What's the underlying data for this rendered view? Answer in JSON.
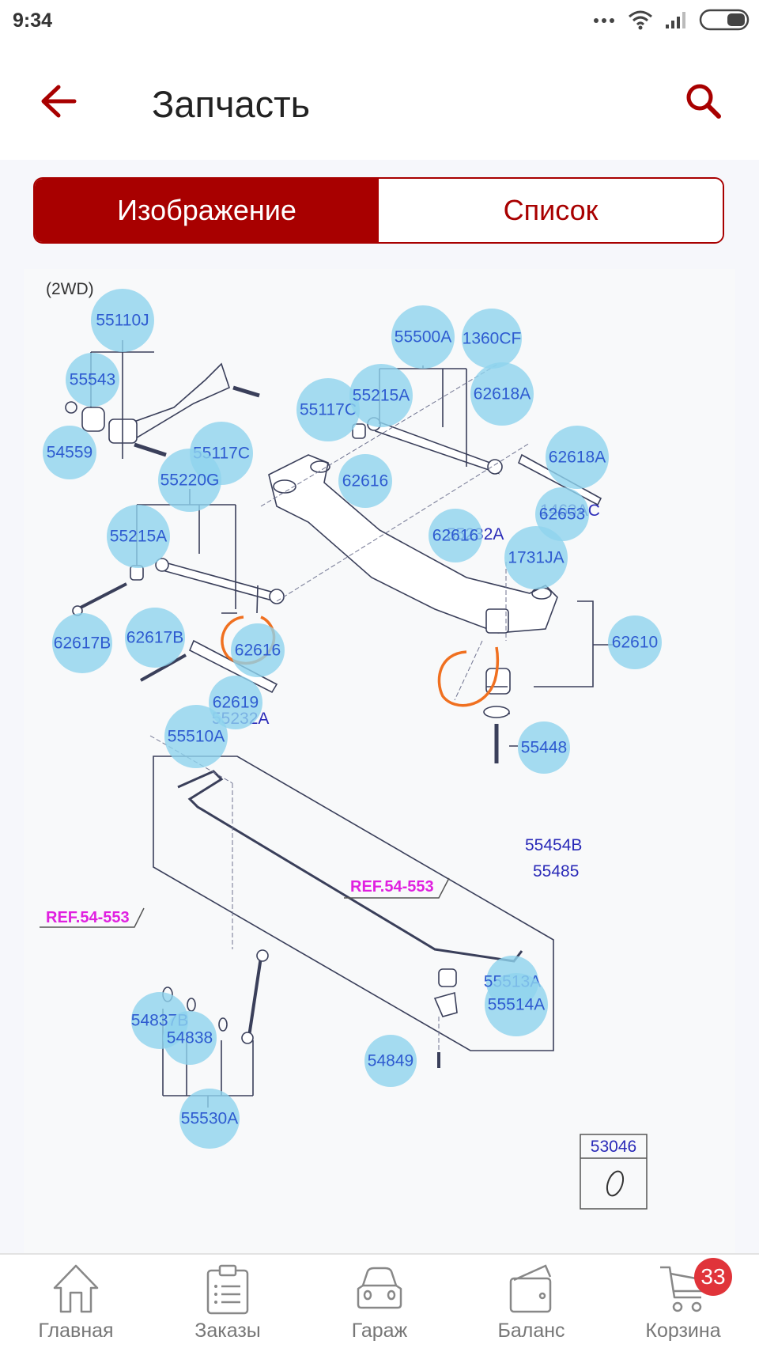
{
  "status_bar": {
    "time": "9:34",
    "icons": [
      "more-dots-icon",
      "wifi-icon",
      "signal-icon",
      "battery-icon"
    ]
  },
  "app_bar": {
    "title": "Запчасть",
    "back_icon": "arrow-left-icon",
    "search_icon": "search-icon"
  },
  "view_toggle": {
    "options": [
      {
        "label": "Изображение",
        "selected": true
      },
      {
        "label": "Список",
        "selected": false
      }
    ]
  },
  "diagram": {
    "variant_label": "(2WD)",
    "callouts": [
      {
        "code": "55110J"
      },
      {
        "code": "55543"
      },
      {
        "code": "54559"
      },
      {
        "code": "55117C"
      },
      {
        "code": "55117C"
      },
      {
        "code": "55220G"
      },
      {
        "code": "55500A"
      },
      {
        "code": "1360CF"
      },
      {
        "code": "55215A"
      },
      {
        "code": "62618A"
      },
      {
        "code": "62616"
      },
      {
        "code": "62618A"
      },
      {
        "code": "62653"
      },
      {
        "code": "62616"
      },
      {
        "code": "55215A"
      },
      {
        "code": "1731JA"
      },
      {
        "code": "62617B"
      },
      {
        "code": "62617B"
      },
      {
        "code": "62616"
      },
      {
        "code": "62610"
      },
      {
        "code": "62619"
      },
      {
        "code": "55510A"
      },
      {
        "code": "55448"
      },
      {
        "code": "55513A"
      },
      {
        "code": "55514A"
      },
      {
        "code": "54837B"
      },
      {
        "code": "54838"
      },
      {
        "code": "54849"
      },
      {
        "code": "55530A"
      }
    ],
    "plain_labels": [
      {
        "code": "55232A"
      },
      {
        "code": "1463AC"
      },
      {
        "code": "55232A"
      },
      {
        "code": "55454B"
      },
      {
        "code": "55485"
      },
      {
        "code": "53046"
      }
    ],
    "references": [
      {
        "text": "REF.54-553"
      },
      {
        "text": "REF.54-553"
      }
    ],
    "highlight_color": "#f07020",
    "callout_color": "#8fd3ee"
  },
  "bottom_nav": {
    "items": [
      {
        "label": "Главная",
        "icon": "home-icon"
      },
      {
        "label": "Заказы",
        "icon": "clipboard-icon"
      },
      {
        "label": "Гараж",
        "icon": "car-icon"
      },
      {
        "label": "Баланс",
        "icon": "wallet-icon"
      },
      {
        "label": "Корзина",
        "icon": "cart-icon",
        "badge": "33"
      }
    ]
  },
  "colors": {
    "accent": "#a80000",
    "badge": "#e0343a"
  }
}
